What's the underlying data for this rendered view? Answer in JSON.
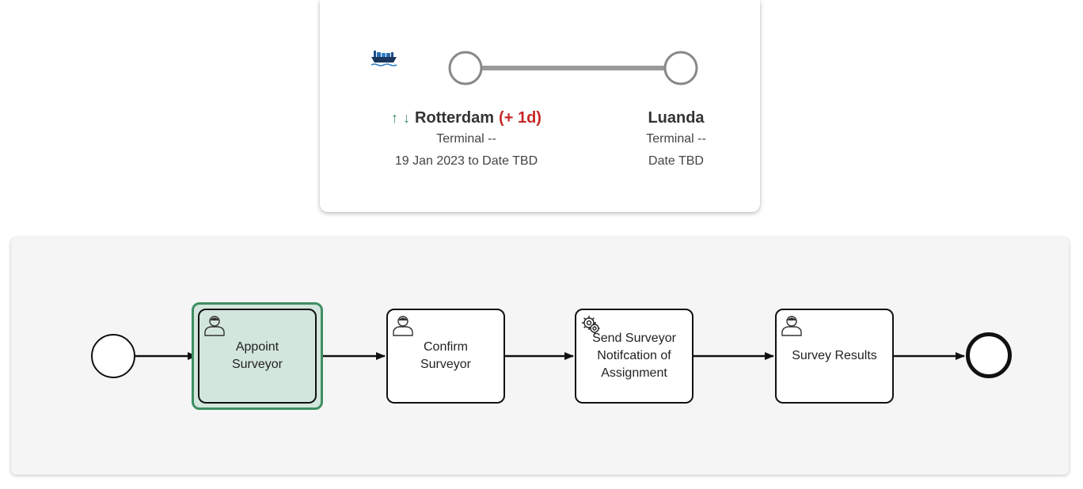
{
  "route": {
    "icon": "cargo-ship-icon",
    "origin": {
      "name": "Rotterdam",
      "delay": "(+ 1d)",
      "terminal": "Terminal --",
      "dates": "19 Jan 2023 to Date TBD",
      "arrows": [
        "↑",
        "↓"
      ]
    },
    "destination": {
      "name": "Luanda",
      "terminal": "Terminal --",
      "dates": "Date TBD"
    },
    "colors": {
      "arrow": "#3a8a5c",
      "delay": "#c62828",
      "track": "#999999"
    }
  },
  "process": {
    "tasks": [
      {
        "label": "Appoint\nSurveyor",
        "type": "user",
        "icon": "user-icon",
        "active": true
      },
      {
        "label": "Confirm\nSurveyor",
        "type": "user",
        "icon": "user-icon",
        "active": false
      },
      {
        "label": "Send Surveyor\nNotifcation of\nAssignment",
        "type": "service",
        "icon": "gear-icon",
        "active": false
      },
      {
        "label": "Survey Results",
        "type": "user",
        "icon": "user-icon",
        "active": false
      }
    ],
    "colors": {
      "active_fill": "#d3e6dd",
      "active_border": "#3e8e62"
    }
  }
}
